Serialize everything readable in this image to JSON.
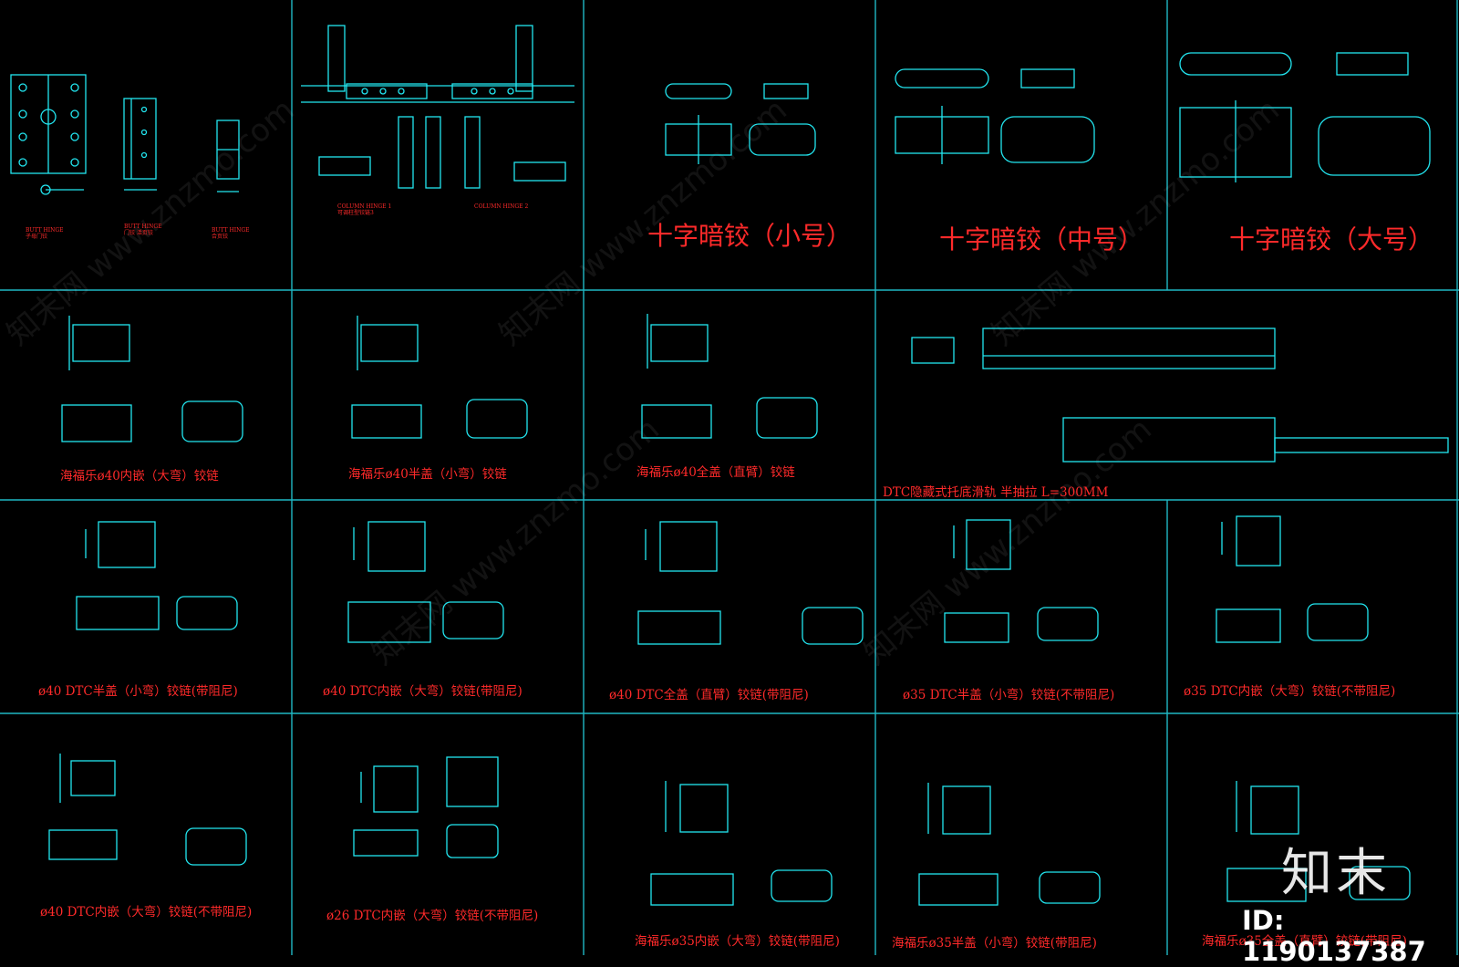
{
  "colors": {
    "background": "#000000",
    "line": "#22e6f0",
    "grid": "#1fb8c4",
    "label": "#ff2a2a"
  },
  "cells": [
    {
      "id": "r0c0",
      "labels": [
        "BUTT HINGE\n子母门铰",
        "BUTT HINGE\n门铰 活页铰",
        "BUTT HINGE\n合页铰"
      ]
    },
    {
      "id": "r0c1",
      "labels": [
        "COLUMN HINGE 1\n可调柱型铰链3",
        "COLUMN HINGE 2"
      ]
    },
    {
      "id": "r0c2",
      "label": "十字暗铰（小号）"
    },
    {
      "id": "r0c3",
      "label": "十字暗铰（中号）"
    },
    {
      "id": "r0c4",
      "label": "十字暗铰（大号）"
    },
    {
      "id": "r1c0",
      "label": "海福乐ø40内嵌（大弯）铰链"
    },
    {
      "id": "r1c1",
      "label": "海福乐ø40半盖（小弯）铰链"
    },
    {
      "id": "r1c2",
      "label": "海福乐ø40全盖（直臂）铰链"
    },
    {
      "id": "r1c3",
      "label": "DTC隐藏式托底滑轨 半抽拉 L=300MM"
    },
    {
      "id": "r2c0",
      "label": "ø40 DTC半盖（小弯）铰链(带阻尼)"
    },
    {
      "id": "r2c1",
      "label": "ø40 DTC内嵌（大弯）铰链(带阻尼)"
    },
    {
      "id": "r2c2",
      "label": "ø40 DTC全盖（直臂）铰链(带阻尼)"
    },
    {
      "id": "r2c3",
      "label": "ø35 DTC半盖（小弯）铰链(不带阻尼)"
    },
    {
      "id": "r2c4",
      "label": "ø35 DTC内嵌（大弯）铰链(不带阻尼)"
    },
    {
      "id": "r3c0",
      "label": "ø40 DTC内嵌（大弯）铰链(不带阻尼)"
    },
    {
      "id": "r3c1",
      "label": "ø26 DTC内嵌（大弯）铰链(不带阻尼)"
    },
    {
      "id": "r3c2",
      "label": "海福乐ø35内嵌（大弯）铰链(带阻尼)"
    },
    {
      "id": "r3c3",
      "label": "海福乐ø35半盖（小弯）铰链(带阻尼)"
    },
    {
      "id": "r3c4",
      "label": "海福乐ø35全盖（直臂）铰链(带阻尼)"
    }
  ],
  "watermark": {
    "text": "知末网 www.znzmo.com"
  },
  "logo": {
    "text": "知末"
  },
  "id_badge": {
    "text": "ID: 1190137387"
  }
}
